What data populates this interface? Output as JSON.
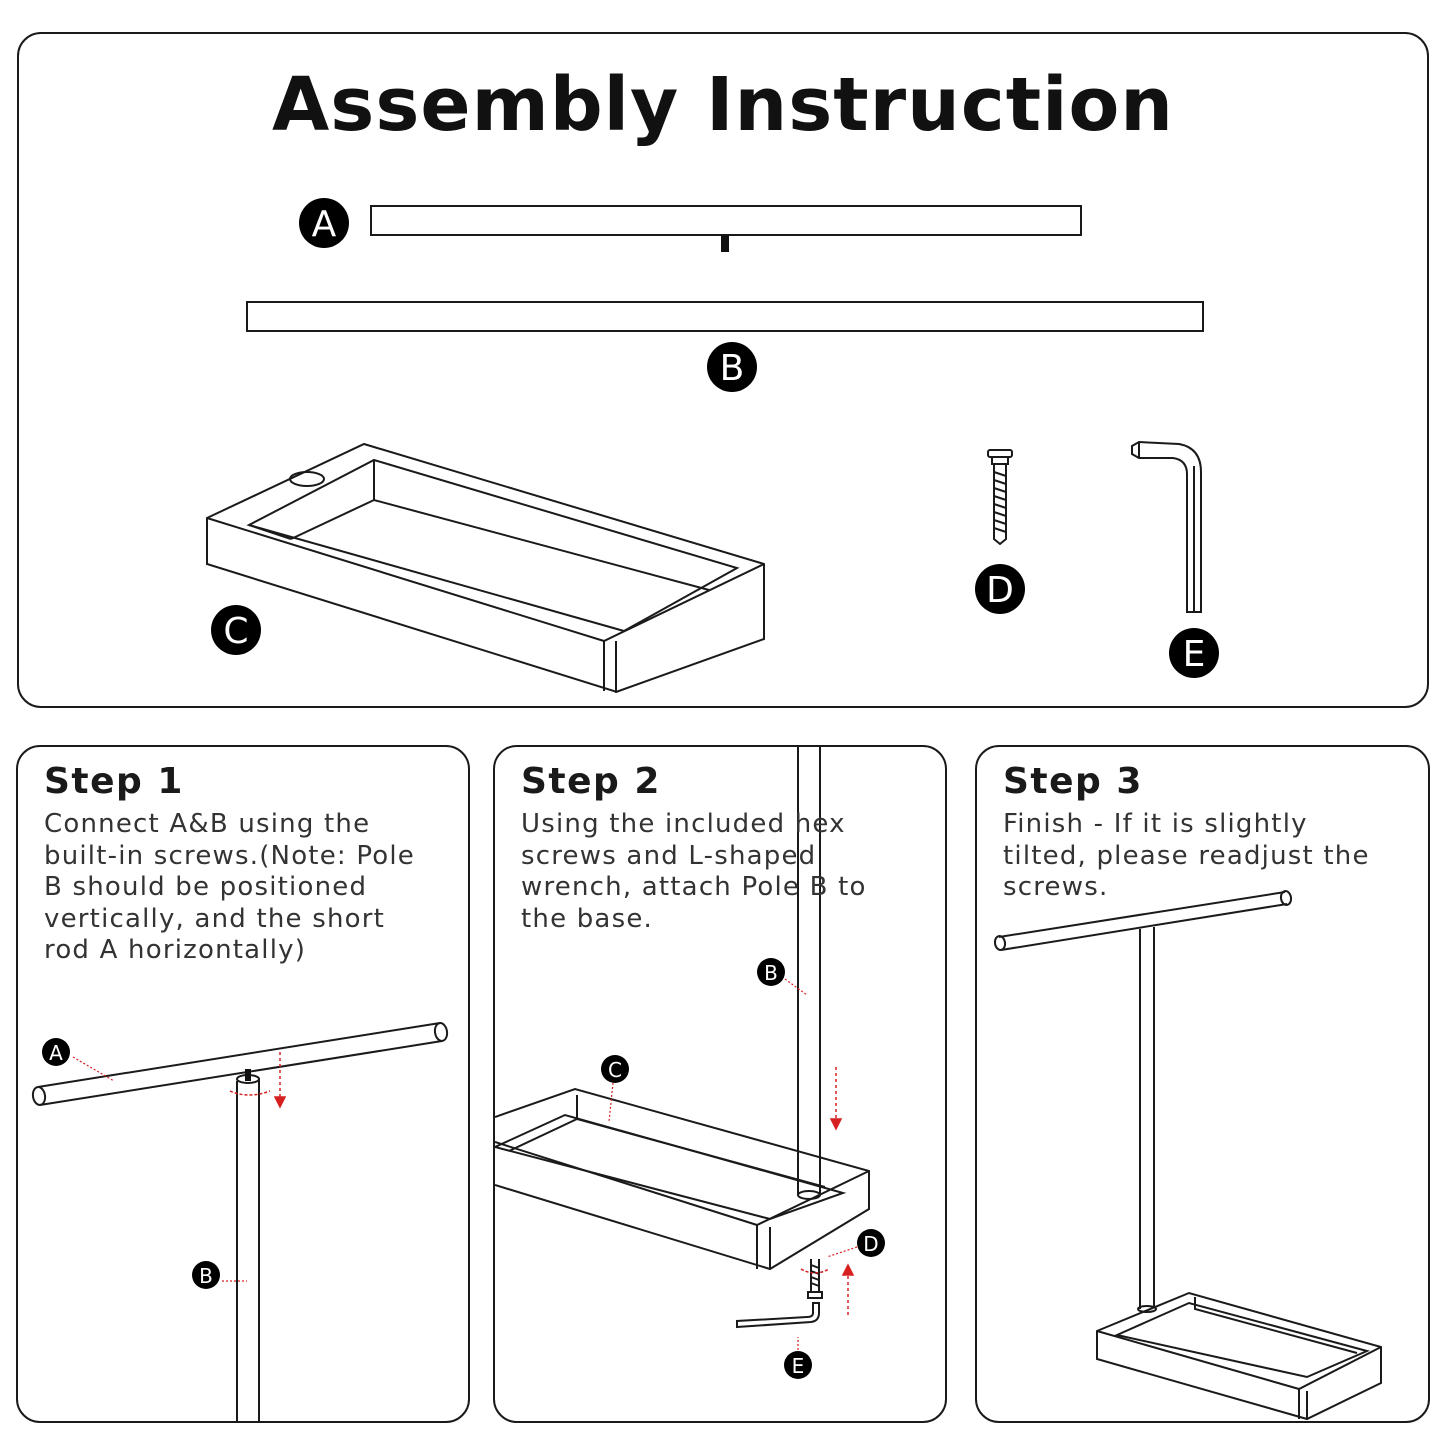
{
  "title": "Assembly Instruction",
  "parts": {
    "a": "A",
    "b": "B",
    "c": "C",
    "d": "D",
    "e": "E"
  },
  "steps": [
    {
      "title": "Step 1",
      "text": "Connect A&B using the\nbuilt-in screws.(Note: Pole\nB should be positioned\nvertically, and the short\nrod A horizontally)"
    },
    {
      "title": "Step 2",
      "text": "Using the included hex\nscrews and L-shaped\nwrench, attach Pole B to\nthe base."
    },
    {
      "title": "Step 3",
      "text": "Finish - If it is slightly\ntilted, please readjust the\nscrews."
    }
  ],
  "colors": {
    "line": "#1a1a1a",
    "arrow": "#d62020",
    "badge": "#000000"
  }
}
